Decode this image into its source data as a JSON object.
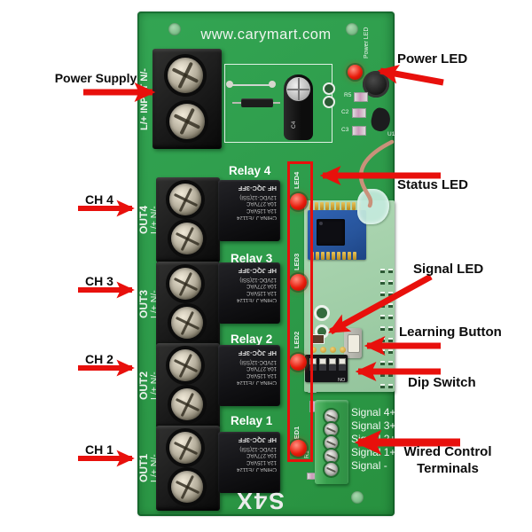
{
  "board": {
    "website": "www.carymart.com",
    "model": "S4X",
    "power_input_label": "L/+ INPUT N/-",
    "silk_power_led": "Power LED",
    "silk_refs": {
      "c4": "C4",
      "r5": "R5",
      "c2": "C2",
      "c3": "C3",
      "u1": "U1",
      "r1": "R1"
    },
    "relay_marking": [
      "HF JQC-3FF",
      "12VDC-12(SSI)",
      "10A 277VAC",
      "12A 125VAC",
      "CHINA J 7E1124"
    ],
    "relays": [
      {
        "label": "Relay 4",
        "out": "OUT4",
        "io": "L/+ N/-",
        "led": "LED4"
      },
      {
        "label": "Relay 3",
        "out": "OUT3",
        "io": "L/+ N/-",
        "led": "LED3"
      },
      {
        "label": "Relay 2",
        "out": "OUT2",
        "io": "L/+ N/-",
        "led": "LED2"
      },
      {
        "label": "Relay 1",
        "out": "OUT1",
        "io": "L/+ N/-",
        "led": "LED1"
      }
    ],
    "dip_on": "ON",
    "signal_terminals": [
      "Signal 4+",
      "Signal 3+",
      "Signal 2+",
      "Signal 1+",
      "Signal -"
    ]
  },
  "annotations": {
    "power_supply": "Power Supply",
    "ch4": "CH 4",
    "ch3": "CH 3",
    "ch2": "CH 2",
    "ch1": "CH 1",
    "power_led": "Power LED",
    "status_led": "Status LED",
    "signal_led": "Signal LED",
    "learning_button": "Learning Button",
    "dip_switch": "Dip Switch",
    "wired_control_line1": "Wired Control",
    "wired_control_line2": "Terminals"
  },
  "colors": {
    "arrow": "#e8100c",
    "board_green": "#2e9c4b",
    "module_blue": "#2b5aa5",
    "led_red": "#e81b0b"
  }
}
